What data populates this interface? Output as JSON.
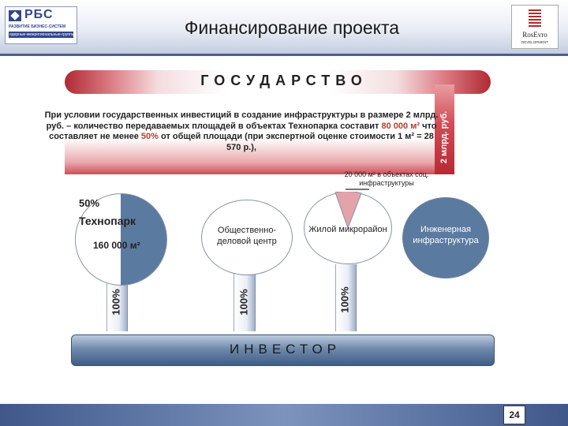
{
  "header": {
    "title": "Финансирование проекта",
    "logo_left": {
      "name": "РБС",
      "subtitle": "РАЗВИТИЕ БИЗНЕС-СИСТЕМ",
      "tagline": "ядерные-межрегиональные-группы"
    },
    "logo_right": {
      "name": "RosEvro",
      "subtitle": "DEVELOPMENT"
    }
  },
  "government": {
    "title": "ГОСУДАРСТВО",
    "text_part1": "При условии государственных инвестиций в создание инфраструктуры в размере 2 млрд. руб. – количество передаваемых площадей в объектах Технопарка составит ",
    "text_area": "80 000 м²",
    "text_part2": " что составляет не менее ",
    "text_percent": "50%",
    "text_part3": " от общей площади (при экспертной оценке стоимости 1 м² = 28 570 р.),",
    "side_label": "2 млрд. руб.",
    "infra_note": "20 000 м² в объектах соц. инфраструктуры"
  },
  "objects": {
    "technopark": {
      "label": "Технопарк",
      "area": "160 000 м²",
      "share_label": "50%",
      "share_fraction": 0.5
    },
    "business_center": {
      "label": "Общественно-деловой центр"
    },
    "residential": {
      "label": "Жилой микрорайон"
    },
    "engineering": {
      "label": "Инженерная инфраструктура"
    }
  },
  "stems": {
    "technopark": "100%",
    "business_center": "100%",
    "residential": "100%"
  },
  "investor": {
    "label": "ИНВЕСТОР"
  },
  "footer": {
    "page_number": "24"
  },
  "colors": {
    "government_red": "#b72a34",
    "investor_blue": "#405d86",
    "circle_blue": "#5b7aa0",
    "footer_blue": "#3f588a"
  }
}
